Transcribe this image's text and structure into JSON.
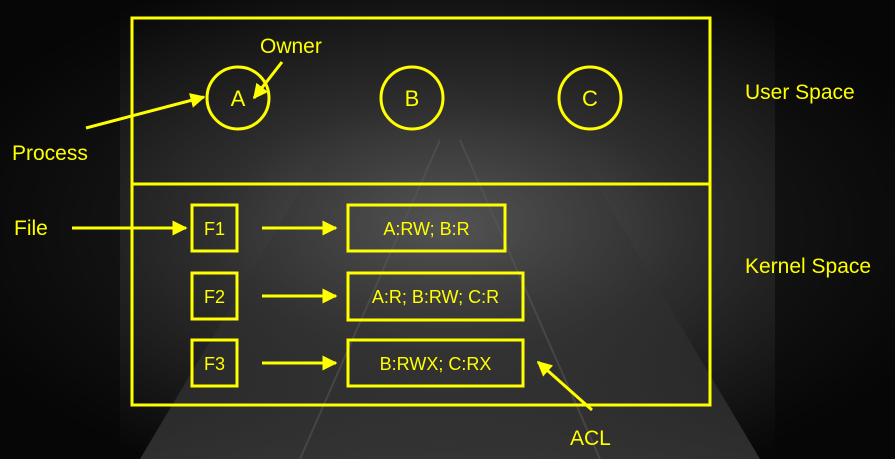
{
  "processes": [
    {
      "id": "process-a",
      "label": "A"
    },
    {
      "id": "process-b",
      "label": "B"
    },
    {
      "id": "process-c",
      "label": "C"
    }
  ],
  "annotations": {
    "owner": "Owner",
    "process": "Process",
    "file": "File",
    "acl": "ACL"
  },
  "spaces": {
    "user": "User Space",
    "kernel": "Kernel Space"
  },
  "files": [
    {
      "name": "F1",
      "acl": "A:RW; B:R"
    },
    {
      "name": "F2",
      "acl": "A:R; B:RW; C:R"
    },
    {
      "name": "F3",
      "acl": "B:RWX; C:RX"
    }
  ],
  "colors": {
    "accent": "#ffff00",
    "background": "#0b0b0b"
  }
}
